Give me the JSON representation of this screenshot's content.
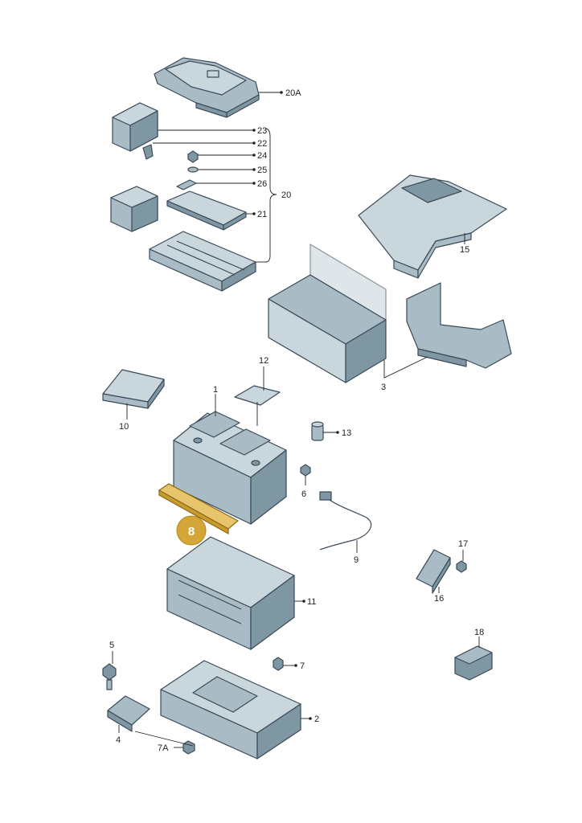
{
  "labels": {
    "l20A": "20A",
    "l23": "23",
    "l22": "22",
    "l24": "24",
    "l25": "25",
    "l26": "26",
    "l20": "20",
    "l21": "21",
    "l15": "15",
    "l3": "3",
    "l12": "12",
    "l1": "1",
    "l10": "10",
    "l13": "13",
    "l6": "6",
    "l9": "9",
    "l17": "17",
    "l16": "16",
    "l11": "11",
    "l5": "5",
    "l7": "7",
    "l18": "18",
    "l4": "4",
    "l2": "2",
    "l7A": "7A"
  },
  "highlight": {
    "badge": "8",
    "color": "#d4a637"
  }
}
